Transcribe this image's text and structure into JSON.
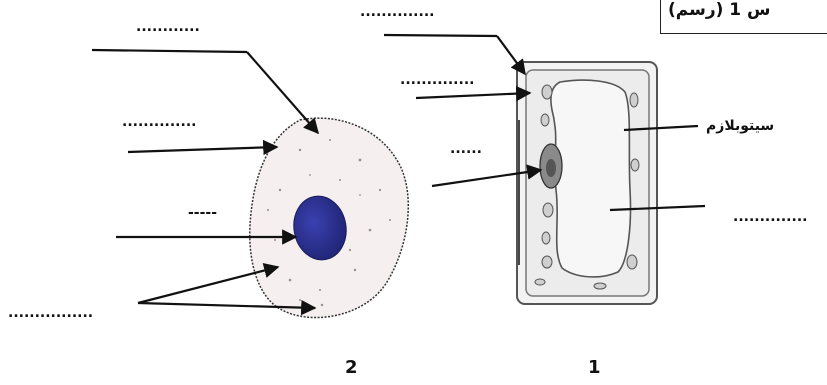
{
  "header": {
    "title": "س 1 (رسم)"
  },
  "labels": {
    "cytoplasm_plant": "سيتوبلازم"
  },
  "blanks": {
    "top_left_animal": "............",
    "left_animal_upper": "..............",
    "left_animal_mid": "-----",
    "left_animal_bottom": "................",
    "top_plant": "..............",
    "plant_wall": "..............",
    "plant_nucleus": "......",
    "plant_vacuole": ".............."
  },
  "figures": {
    "plant_number": "1",
    "animal_number": "2"
  },
  "colors": {
    "animal_nucleus": "#2a2f8f",
    "animal_cytoplasm": "#f4ecee",
    "plant_cell_fill": "#f2f2f2",
    "line": "#111111"
  }
}
